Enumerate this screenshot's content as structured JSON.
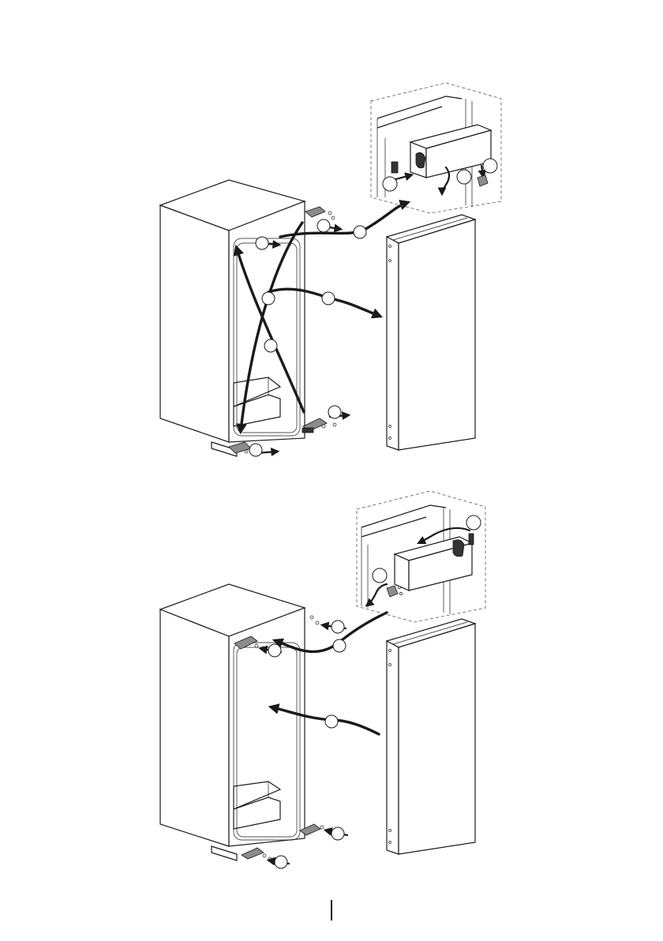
{
  "diagram": {
    "top_panel": "remove-door-and-hinges",
    "bottom_panel": "refit-door-on-opposite-side",
    "icons": [
      "fridge-cabinet",
      "fridge-door",
      "door-handle",
      "hinge",
      "screw",
      "callout-circle",
      "curved-arrow"
    ]
  },
  "colors": {
    "line": "#1a1a1a",
    "hinge_fill": "#8c8c8c",
    "background": "#ffffff"
  }
}
